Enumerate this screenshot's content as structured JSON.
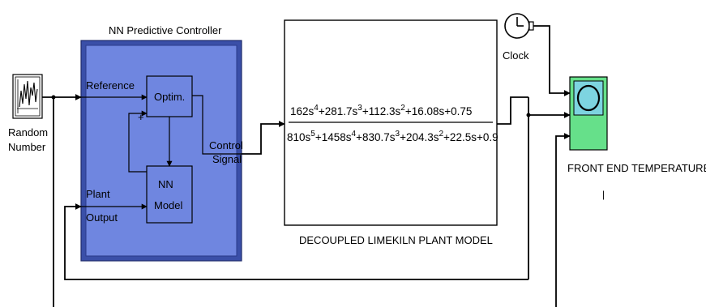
{
  "colors": {
    "controller_fill": "#6f86e0",
    "controller_border": "#3a4fa8",
    "scope_fill": "#66e08a",
    "scope_screen": "#7dd4e0",
    "line": "#000000",
    "block_fill": "#ffffff"
  },
  "controller": {
    "title": "NN Predictive Controller",
    "reference_label": "Reference",
    "plant_label": "Plant",
    "output_label": "Output",
    "control_label": "Control",
    "signal_label": "Signal",
    "optim_label": "Optim.",
    "nn_label": "NN",
    "model_label": "Model",
    "plus_sign": "+"
  },
  "random": {
    "label_line1": "Random",
    "label_line2": "Number",
    "icon": "random-waveform-icon"
  },
  "plant": {
    "numerator_parts": [
      "162s",
      "4",
      "+281.7s",
      "3",
      "+112.3s",
      "2",
      "+16.08s+0.75"
    ],
    "denominator_parts": [
      "810s",
      "5",
      "+1458s",
      "4",
      "+830.7s",
      "3",
      "+204.3s",
      "2",
      "+22.5s+0.9"
    ],
    "caption": "DECOUPLED LIMEKILN PLANT MODEL"
  },
  "clock": {
    "label": "Clock",
    "icon": "clock-icon"
  },
  "scope": {
    "label": "FRONT END TEMPERATURE",
    "cursor_mark": "|",
    "icon": "scope-screen-icon"
  }
}
